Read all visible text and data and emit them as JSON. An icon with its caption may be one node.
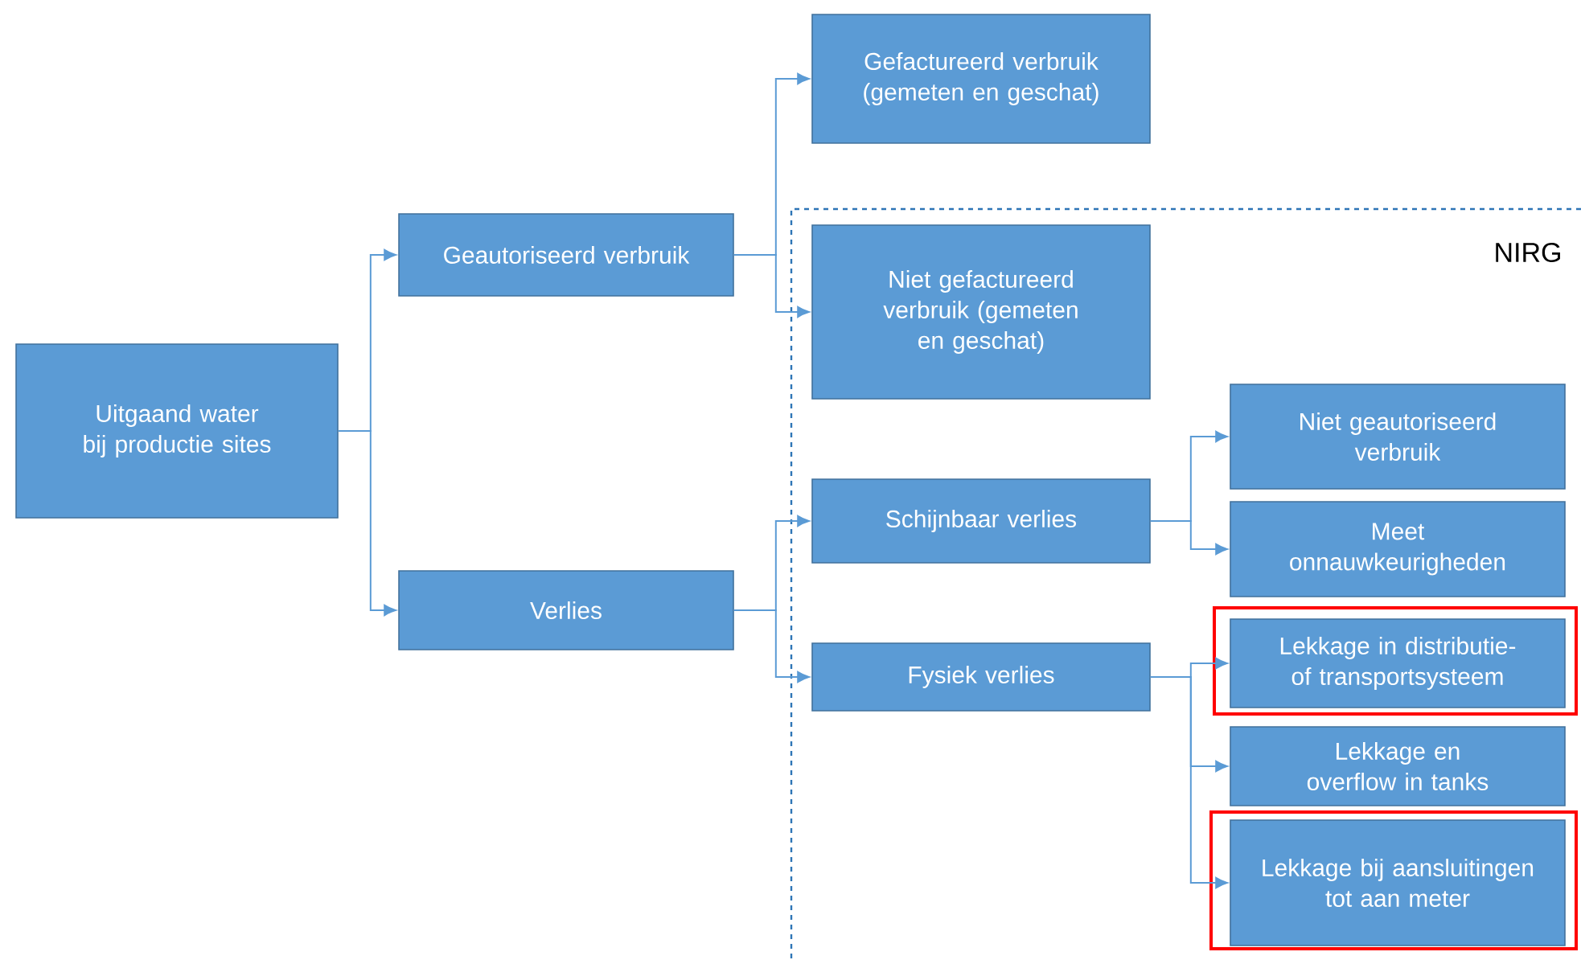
{
  "diagram": {
    "nodes": [
      {
        "text": [
          "Uitgaand water bij productie sites"
        ]
      },
      {
        "text": [
          "Geautoriseerd verbruik"
        ]
      },
      {
        "text": [
          "Verlies"
        ]
      },
      {
        "text": [
          "Gefactureerd verbruik (gemeten en geschat)"
        ]
      },
      {
        "text": [
          "NIRG"
        ]
      },
      {
        "text": [
          "Niet gefactureerd verbruik (gemeten en geschat)"
        ],
        "in": 4
      },
      {
        "text": [
          "Schijnbaar verlies"
        ],
        "in": 4
      },
      {
        "text": [
          "Fysiek verlies"
        ],
        "in": 4
      },
      {
        "text": [
          "Niet geautoriseerd verbruik"
        ],
        "in": 4
      },
      {
        "text": [
          "Meet onnauwkeurigheden"
        ],
        "in": 4
      },
      {
        "text": [
          "Lekkage in distributie- of transportsysteem"
        ],
        "in": 4
      },
      {
        "text": [
          "Lekkage en overflow in tanks"
        ],
        "in": 4
      },
      {
        "text": [
          "Lekkage bij aansluitingen tot aan meter"
        ],
        "in": 4
      }
    ],
    "edges": [
      {
        "from": 0,
        "to": 1,
        "arrow": "to"
      },
      {
        "from": 0,
        "to": 2,
        "arrow": "to"
      },
      {
        "from": 1,
        "to": 3,
        "arrow": "to"
      },
      {
        "from": 1,
        "to": 5,
        "arrow": "to"
      },
      {
        "from": 2,
        "to": 6,
        "arrow": "to"
      },
      {
        "from": 2,
        "to": 7,
        "arrow": "to"
      },
      {
        "from": 6,
        "to": 8,
        "arrow": "to"
      },
      {
        "from": 6,
        "to": 9,
        "arrow": "to"
      },
      {
        "from": 7,
        "to": 10,
        "arrow": "to"
      },
      {
        "from": 7,
        "to": 11,
        "arrow": "to"
      },
      {
        "from": 7,
        "to": 12,
        "arrow": "to"
      }
    ]
  }
}
